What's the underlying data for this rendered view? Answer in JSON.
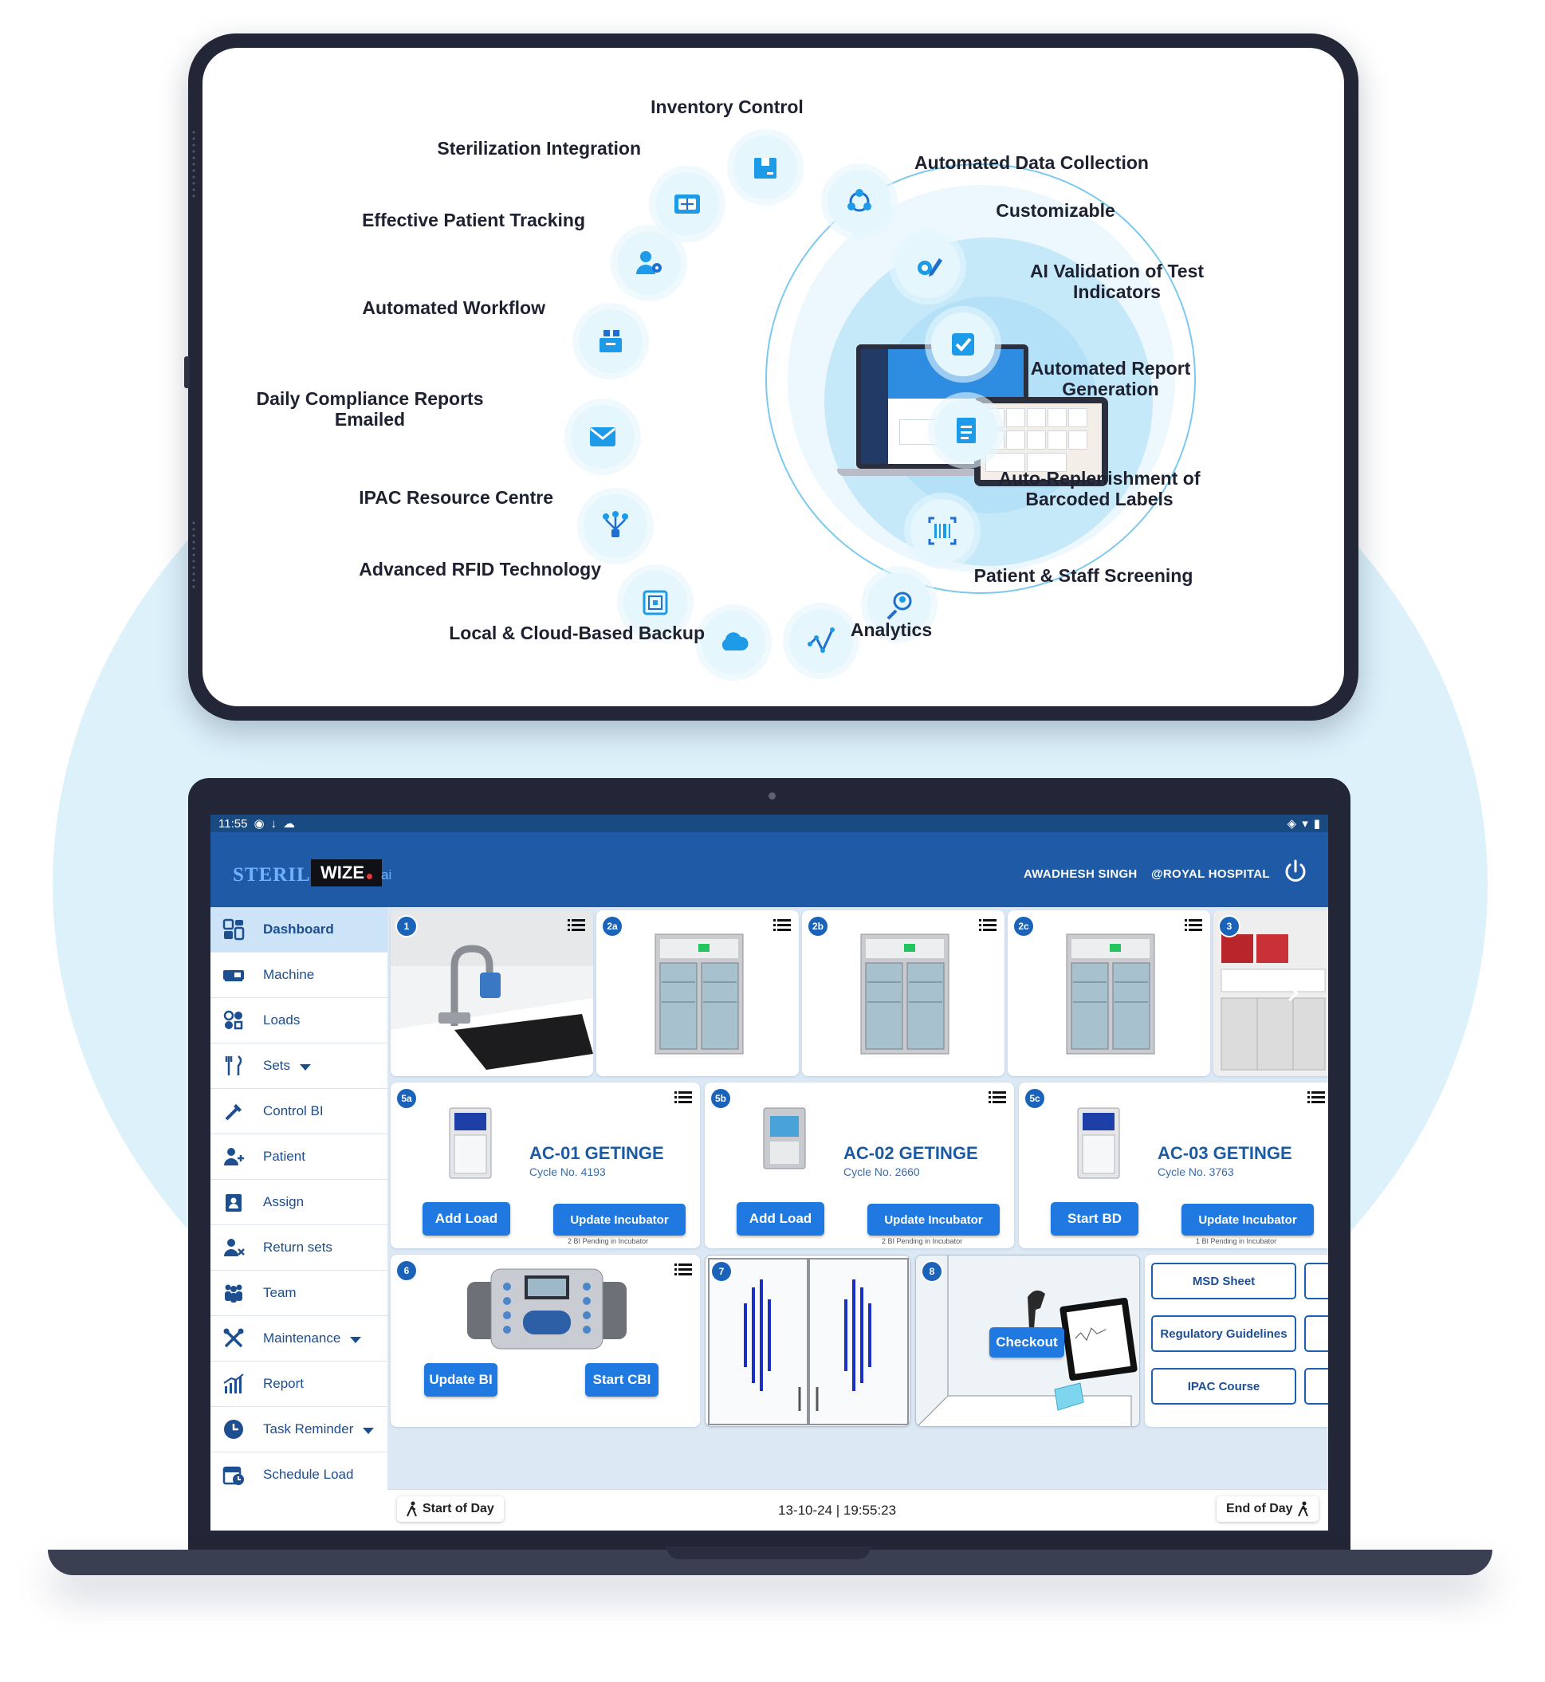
{
  "tablet": {
    "features": [
      {
        "label": "Inventory Control",
        "icon": "box-icon"
      },
      {
        "label": "Automated Data Collection",
        "icon": "network-icon"
      },
      {
        "label": "Customizable",
        "icon": "gear-pencil-icon"
      },
      {
        "label": "AI Validation of Test Indicators",
        "icon": "checkbox-icon"
      },
      {
        "label": "Automated Report Generation",
        "icon": "report-icon"
      },
      {
        "label": "Auto-Replenishment of Barcoded Labels",
        "icon": "barcode-icon"
      },
      {
        "label": "Patient & Staff Screening",
        "icon": "scan-person-icon"
      },
      {
        "label": "Analytics",
        "icon": "analytics-icon"
      },
      {
        "label": "Local & Cloud-Based Backup",
        "icon": "cloud-icon"
      },
      {
        "label": "Advanced RFID Technology",
        "icon": "rfid-icon"
      },
      {
        "label": "IPAC Resource Centre",
        "icon": "resource-tree-icon"
      },
      {
        "label": "Daily Compliance Reports Emailed",
        "icon": "mail-icon"
      },
      {
        "label": "Automated Workflow",
        "icon": "workflow-icon"
      },
      {
        "label": "Effective Patient Tracking",
        "icon": "patient-location-icon"
      },
      {
        "label": "Sterilization Integration",
        "icon": "sterilizer-icon"
      }
    ]
  },
  "app": {
    "status_time": "11:55",
    "brand": {
      "steril": "STERIL",
      "wize": "WIZE",
      "suffix": "ai"
    },
    "user": "AWADHESH SINGH",
    "hospital": "@ROYAL HOSPITAL",
    "colors": {
      "primary": "#1f5aa6",
      "accent": "#1f79e0",
      "active_nav": "#cde3f7"
    },
    "sidebar": [
      {
        "label": "Dashboard",
        "icon": "dashboard-icon",
        "active": true,
        "caret": false
      },
      {
        "label": "Machine",
        "icon": "machine-icon",
        "active": false,
        "caret": false
      },
      {
        "label": "Loads",
        "icon": "loads-icon",
        "active": false,
        "caret": false
      },
      {
        "label": "Sets",
        "icon": "sets-icon",
        "active": false,
        "caret": true
      },
      {
        "label": "Control BI",
        "icon": "pipette-icon",
        "active": false,
        "caret": false
      },
      {
        "label": "Patient",
        "icon": "add-patient-icon",
        "active": false,
        "caret": false
      },
      {
        "label": "Assign",
        "icon": "assign-icon",
        "active": false,
        "caret": false
      },
      {
        "label": "Return sets",
        "icon": "return-sets-icon",
        "active": false,
        "caret": false
      },
      {
        "label": "Team",
        "icon": "team-icon",
        "active": false,
        "caret": false
      },
      {
        "label": "Maintenance",
        "icon": "tools-icon",
        "active": false,
        "caret": true
      },
      {
        "label": "Report",
        "icon": "report-chart-icon",
        "active": false,
        "caret": false
      },
      {
        "label": "Task Reminder",
        "icon": "clock-icon",
        "active": false,
        "caret": true
      },
      {
        "label": "Schedule Load",
        "icon": "calendar-icon",
        "active": false,
        "caret": false
      }
    ],
    "top_tiles": [
      {
        "badge": "1",
        "kind": "sink"
      },
      {
        "badge": "2a",
        "kind": "washer"
      },
      {
        "badge": "2b",
        "kind": "washer"
      },
      {
        "badge": "2c",
        "kind": "washer"
      },
      {
        "badge": "3",
        "kind": "cabinet"
      }
    ],
    "sterilizers": [
      {
        "badge": "5a",
        "name": "AC-01 GETINGE",
        "cycle": "Cycle No. 4193",
        "left_button": "Add Load",
        "right_button": "Update Incubator",
        "pending": "2 BI Pending in Incubator"
      },
      {
        "badge": "5b",
        "name": "AC-02 GETINGE",
        "cycle": "Cycle No. 2660",
        "left_button": "Add Load",
        "right_button": "Update Incubator",
        "pending": "2 BI Pending in Incubator"
      },
      {
        "badge": "5c",
        "name": "AC-03 GETINGE",
        "cycle": "Cycle No. 3763",
        "left_button": "Start BD",
        "right_button": "Update Incubator",
        "pending": "1 BI Pending in Incubator"
      }
    ],
    "incubator": {
      "badge": "6",
      "left_button": "Update BI",
      "right_button": "Start CBI"
    },
    "doors": {
      "badge": "7"
    },
    "checkout": {
      "badge": "8",
      "button": "Checkout"
    },
    "resources": [
      "MSD Sheet",
      "Regulatory Guidelines",
      "IPAC Course"
    ],
    "footer": {
      "start": "Start of Day",
      "datetime": "13-10-24 | 19:55:23",
      "end": "End of Day"
    }
  }
}
